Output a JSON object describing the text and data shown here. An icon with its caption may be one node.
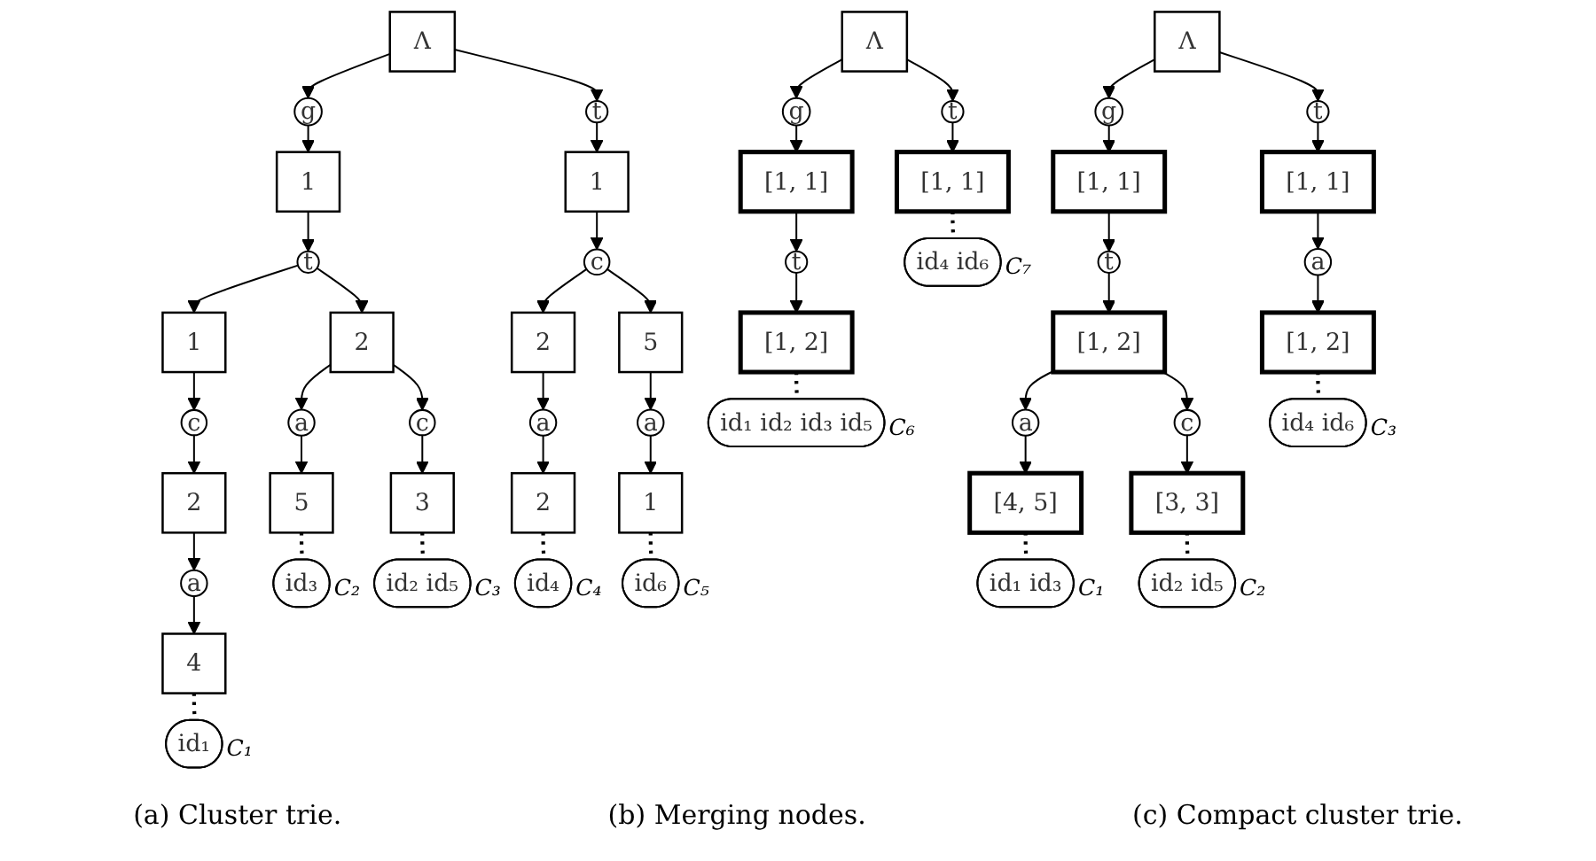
{
  "diagram": {
    "nodes": [
      {
        "text": [
          "Λ"
        ]
      },
      {
        "text": [
          "g"
        ]
      },
      {
        "text": [
          "t"
        ]
      },
      {
        "text": [
          "1"
        ]
      },
      {
        "text": [
          "1"
        ]
      },
      {
        "text": [
          "t"
        ]
      },
      {
        "text": [
          "c"
        ]
      },
      {
        "text": [
          "1"
        ]
      },
      {
        "text": [
          "2"
        ]
      },
      {
        "text": [
          "2"
        ]
      },
      {
        "text": [
          "5"
        ]
      },
      {
        "text": [
          "c"
        ]
      },
      {
        "text": [
          "a"
        ]
      },
      {
        "text": [
          "c"
        ]
      },
      {
        "text": [
          "a"
        ]
      },
      {
        "text": [
          "a"
        ]
      },
      {
        "text": [
          "2"
        ]
      },
      {
        "text": [
          "5"
        ]
      },
      {
        "text": [
          "3"
        ]
      },
      {
        "text": [
          "2"
        ]
      },
      {
        "text": [
          "1"
        ]
      },
      {
        "text": [
          "a"
        ]
      },
      {
        "text": [
          "id₃"
        ],
        "beside": [
          "C₂"
        ]
      },
      {
        "text": [
          "id₂ id₅"
        ],
        "beside": [
          "C₃"
        ]
      },
      {
        "text": [
          "id₄"
        ],
        "beside": [
          "C₄"
        ]
      },
      {
        "text": [
          "id₆"
        ],
        "beside": [
          "C₅"
        ]
      },
      {
        "text": [
          "4"
        ]
      },
      {
        "text": [
          "id₁"
        ],
        "beside": [
          "C₁"
        ]
      },
      {
        "text": [
          "Λ"
        ]
      },
      {
        "text": [
          "g"
        ]
      },
      {
        "text": [
          "t"
        ]
      },
      {
        "text": [
          "[1, 1]"
        ]
      },
      {
        "text": [
          "[1, 1]"
        ]
      },
      {
        "text": [
          "t"
        ]
      },
      {
        "text": [
          "id₄ id₆"
        ],
        "beside": [
          "C₇"
        ]
      },
      {
        "text": [
          "[1, 2]"
        ]
      },
      {
        "text": [
          "id₁ id₂ id₃ id₅"
        ],
        "beside": [
          "C₆"
        ]
      },
      {
        "text": [
          "Λ"
        ]
      },
      {
        "text": [
          "g"
        ]
      },
      {
        "text": [
          "t"
        ]
      },
      {
        "text": [
          "[1, 1]"
        ]
      },
      {
        "text": [
          "[1, 1]"
        ]
      },
      {
        "text": [
          "t"
        ]
      },
      {
        "text": [
          "a"
        ]
      },
      {
        "text": [
          "[1, 2]"
        ]
      },
      {
        "text": [
          "[1, 2]"
        ]
      },
      {
        "text": [
          "a"
        ]
      },
      {
        "text": [
          "c"
        ]
      },
      {
        "text": [
          "id₄ id₆"
        ],
        "beside": [
          "C₃"
        ]
      },
      {
        "text": [
          "[4, 5]"
        ]
      },
      {
        "text": [
          "[3, 3]"
        ]
      },
      {
        "text": [
          "id₁ id₃"
        ],
        "beside": [
          "C₁"
        ]
      },
      {
        "text": [
          "id₂ id₅"
        ],
        "beside": [
          "C₂"
        ]
      }
    ],
    "edges": [
      {
        "from": 0,
        "to": 1,
        "arrow": "to"
      },
      {
        "from": 0,
        "to": 2,
        "arrow": "to"
      },
      {
        "from": 1,
        "to": 3,
        "arrow": "to"
      },
      {
        "from": 2,
        "to": 4,
        "arrow": "to"
      },
      {
        "from": 3,
        "to": 5,
        "arrow": "to"
      },
      {
        "from": 4,
        "to": 6,
        "arrow": "to"
      },
      {
        "from": 5,
        "to": 7,
        "arrow": "to"
      },
      {
        "from": 5,
        "to": 8,
        "arrow": "to"
      },
      {
        "from": 6,
        "to": 9,
        "arrow": "to"
      },
      {
        "from": 6,
        "to": 10,
        "arrow": "to"
      },
      {
        "from": 7,
        "to": 11,
        "arrow": "to"
      },
      {
        "from": 8,
        "to": 12,
        "arrow": "to"
      },
      {
        "from": 8,
        "to": 13,
        "arrow": "to"
      },
      {
        "from": 9,
        "to": 14,
        "arrow": "to"
      },
      {
        "from": 10,
        "to": 15,
        "arrow": "to"
      },
      {
        "from": 11,
        "to": 16,
        "arrow": "to"
      },
      {
        "from": 12,
        "to": 17,
        "arrow": "to"
      },
      {
        "from": 13,
        "to": 18,
        "arrow": "to"
      },
      {
        "from": 14,
        "to": 19,
        "arrow": "to"
      },
      {
        "from": 15,
        "to": 20,
        "arrow": "to"
      },
      {
        "from": 16,
        "to": 21,
        "arrow": "to"
      },
      {
        "from": 17,
        "to": 22,
        "arrow": "none",
        "style": "dashed"
      },
      {
        "from": 18,
        "to": 23,
        "arrow": "none",
        "style": "dashed"
      },
      {
        "from": 19,
        "to": 24,
        "arrow": "none",
        "style": "dashed"
      },
      {
        "from": 20,
        "to": 25,
        "arrow": "none",
        "style": "dashed"
      },
      {
        "from": 21,
        "to": 26,
        "arrow": "to"
      },
      {
        "from": 26,
        "to": 27,
        "arrow": "none",
        "style": "dashed"
      },
      {
        "from": 28,
        "to": 29,
        "arrow": "to"
      },
      {
        "from": 28,
        "to": 30,
        "arrow": "to"
      },
      {
        "from": 29,
        "to": 31,
        "arrow": "to"
      },
      {
        "from": 30,
        "to": 32,
        "arrow": "to"
      },
      {
        "from": 31,
        "to": 33,
        "arrow": "to"
      },
      {
        "from": 32,
        "to": 34,
        "arrow": "none",
        "style": "dashed"
      },
      {
        "from": 33,
        "to": 35,
        "arrow": "to"
      },
      {
        "from": 35,
        "to": 36,
        "arrow": "none",
        "style": "dashed"
      },
      {
        "from": 37,
        "to": 38,
        "arrow": "to"
      },
      {
        "from": 37,
        "to": 39,
        "arrow": "to"
      },
      {
        "from": 38,
        "to": 40,
        "arrow": "to"
      },
      {
        "from": 39,
        "to": 41,
        "arrow": "to"
      },
      {
        "from": 40,
        "to": 42,
        "arrow": "to"
      },
      {
        "from": 41,
        "to": 43,
        "arrow": "to"
      },
      {
        "from": 42,
        "to": 44,
        "arrow": "to"
      },
      {
        "from": 43,
        "to": 45,
        "arrow": "to"
      },
      {
        "from": 44,
        "to": 46,
        "arrow": "to"
      },
      {
        "from": 44,
        "to": 47,
        "arrow": "to"
      },
      {
        "from": 45,
        "to": 48,
        "arrow": "none",
        "style": "dashed"
      },
      {
        "from": 46,
        "to": 49,
        "arrow": "to"
      },
      {
        "from": 47,
        "to": 50,
        "arrow": "to"
      },
      {
        "from": 49,
        "to": 51,
        "arrow": "none",
        "style": "dashed"
      },
      {
        "from": 50,
        "to": 52,
        "arrow": "none",
        "style": "dashed"
      }
    ],
    "labels": [
      "(a) Cluster trie.",
      "(b) Merging nodes.",
      "(c) Compact cluster trie."
    ]
  }
}
